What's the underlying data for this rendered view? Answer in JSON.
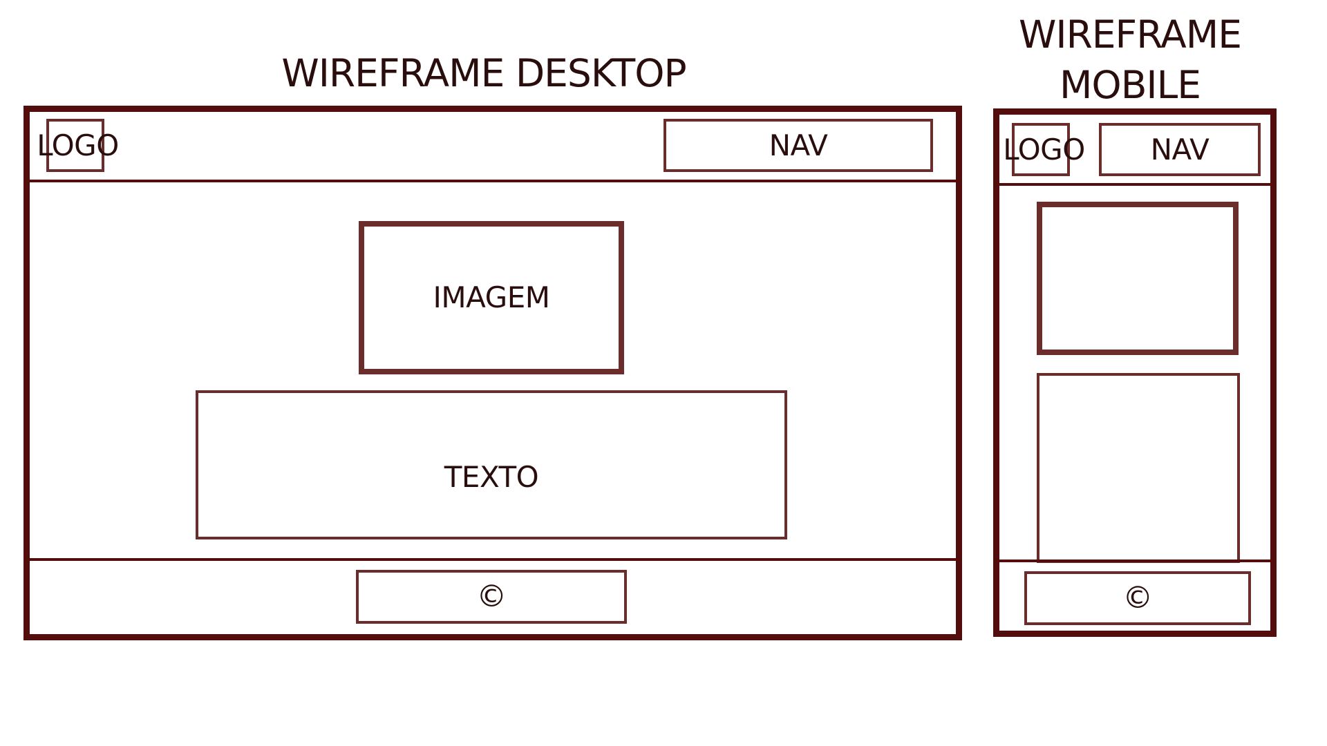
{
  "desktop": {
    "title": "WIREFRAME DESKTOP",
    "logo": "LOGO",
    "nav": "NAV",
    "image": "IMAGEM",
    "text": "TEXTO",
    "footer": "©"
  },
  "mobile": {
    "title_line1": "WIREFRAME",
    "title_line2": "MOBILE",
    "logo": "LOGO",
    "nav": "NAV",
    "footer": "©"
  },
  "colors": {
    "frame": "#540d0d",
    "box": "#6b2c2c",
    "text": "#2a0e0e"
  }
}
